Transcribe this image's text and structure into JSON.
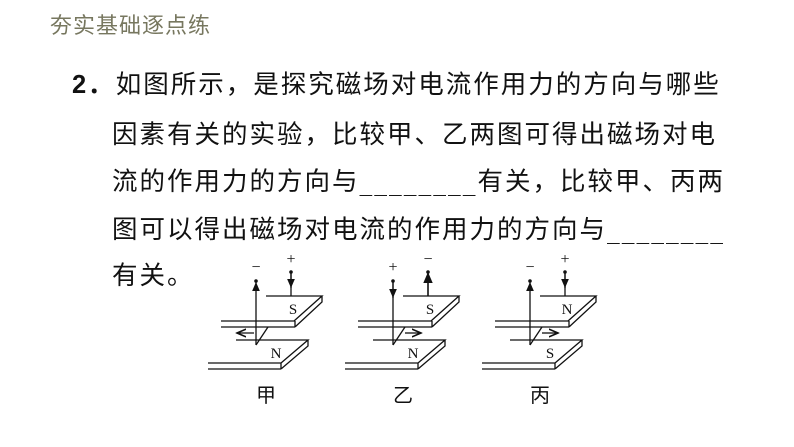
{
  "header": {
    "title": "夯实基础逐点练"
  },
  "question": {
    "number": "2．",
    "lines": [
      "如图所示，是探究磁场对电流作用力的方向与哪些",
      "因素有关的实验，比较甲、乙两图可得出磁场对电",
      "流的作用力的方向与________有关，比较甲、丙两",
      "图可以得出磁场对电流的作用力的方向与________",
      "有关。"
    ]
  },
  "figures": [
    {
      "label": "甲",
      "top_pole": "S",
      "bottom_pole": "N",
      "left_terminal": "−",
      "right_terminal": "+"
    },
    {
      "label": "乙",
      "top_pole": "S",
      "bottom_pole": "N",
      "left_terminal": "+",
      "right_terminal": "−"
    },
    {
      "label": "丙",
      "top_pole": "N",
      "bottom_pole": "S",
      "left_terminal": "−",
      "right_terminal": "+"
    }
  ]
}
